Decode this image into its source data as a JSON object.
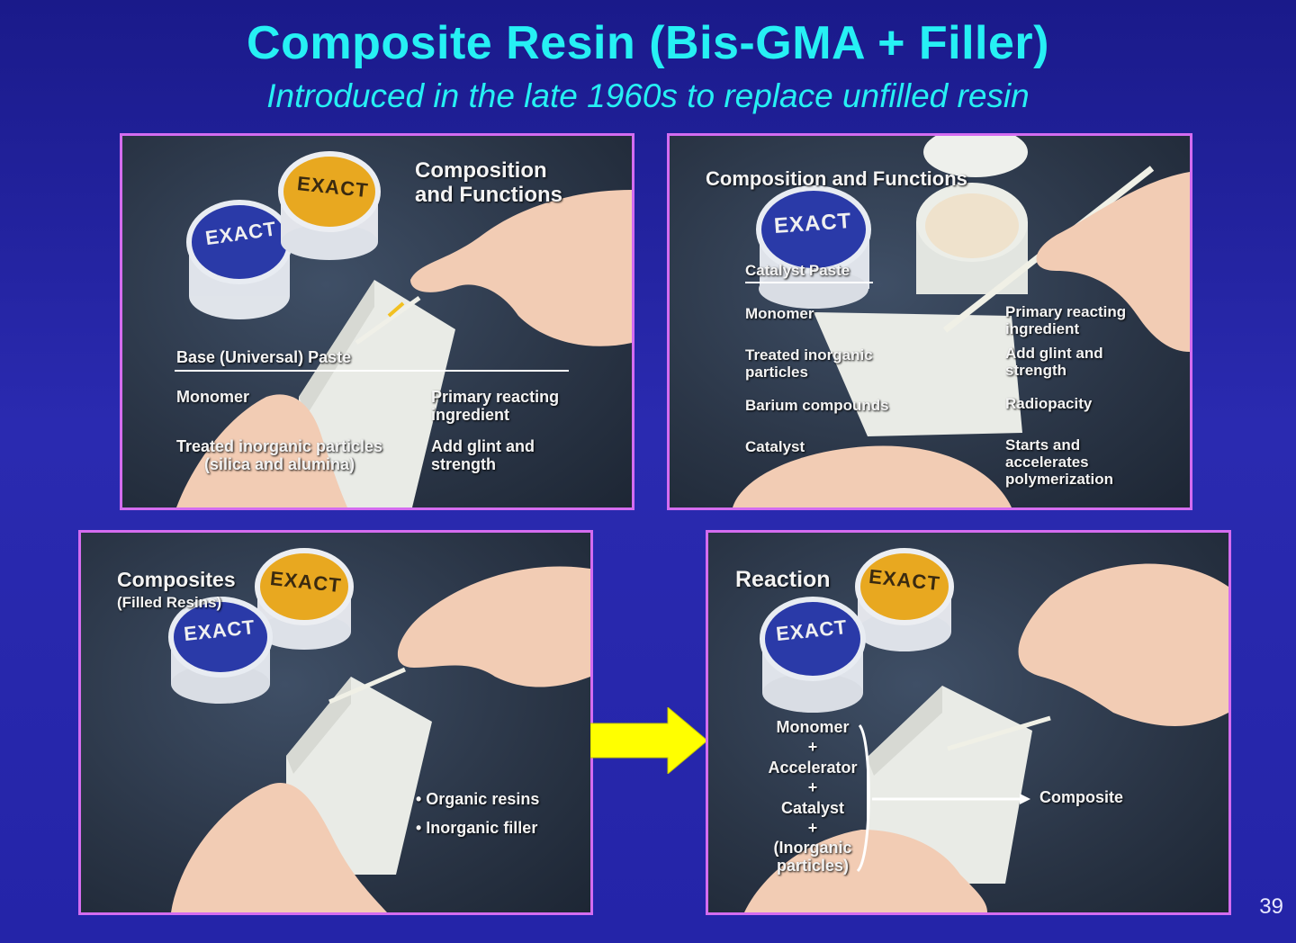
{
  "slide": {
    "title": "Composite Resin (Bis-GMA + Filler)",
    "subtitle": "Introduced in the late 1960s to replace unfilled resin",
    "page_number": "39"
  },
  "colors": {
    "title": "#26f0f4",
    "panel_border": "#d46cf0",
    "arrow": "#ffff00",
    "jar_blue": "#2a3aa8",
    "jar_yellow": "#e8a820"
  },
  "jar_brand": "EXACT",
  "panel1": {
    "heading": "Composition\nand Functions",
    "section": "Base (Universal) Paste",
    "rows": [
      {
        "item": "Monomer",
        "function": "Primary reacting\ningredient"
      },
      {
        "item": "Treated inorganic particles\n(silica and alumina)",
        "function": "Add glint and\nstrength"
      }
    ]
  },
  "panel2": {
    "heading": "Composition and Functions",
    "section": "Catalyst Paste",
    "rows": [
      {
        "item": "Monomer",
        "function": "Primary reacting\ningredient"
      },
      {
        "item": "Treated inorganic\nparticles",
        "function": "Add glint and\nstrength"
      },
      {
        "item": "Barium compounds",
        "function": "Radiopacity"
      },
      {
        "item": "Catalyst",
        "function": "Starts and\naccelerates\npolymerization"
      }
    ]
  },
  "panel3": {
    "heading": "Composites",
    "subheading": "(Filled Resins)",
    "bullets": [
      "• Organic resins",
      "• Inorganic filler"
    ]
  },
  "panel4": {
    "heading": "Reaction",
    "components": [
      "Monomer",
      "+",
      "Accelerator",
      "+",
      "Catalyst",
      "+",
      "(Inorganic\nparticles)"
    ],
    "result": "Composite"
  }
}
